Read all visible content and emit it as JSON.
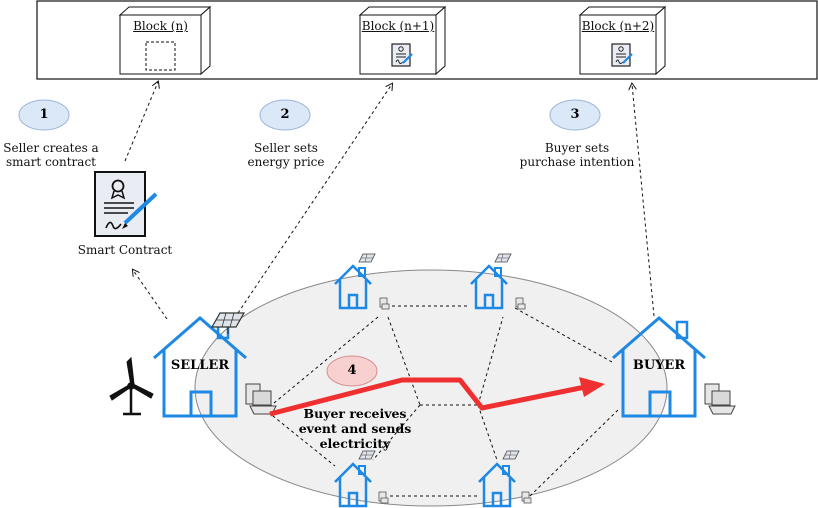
{
  "blocks": [
    {
      "label": "Block (n)"
    },
    {
      "label": "Block (n+1)"
    },
    {
      "label": "Block (n+2)"
    }
  ],
  "steps": [
    {
      "number": "1",
      "text_line1": "Seller creates a",
      "text_line2": "smart contract"
    },
    {
      "number": "2",
      "text_line1": "Seller sets",
      "text_line2": "energy price"
    },
    {
      "number": "3",
      "text_line1": "Buyer sets",
      "text_line2": "purchase intention"
    },
    {
      "number": "4",
      "text_line1": "Buyer receives",
      "text_line2": "event and sends",
      "text_line3": "electricity"
    }
  ],
  "smart_contract": {
    "label": "Smart Contract"
  },
  "seller": {
    "label": "SELLER"
  },
  "buyer": {
    "label": "BUYER"
  },
  "colors": {
    "house": "#1e88e5",
    "arrow": "#f03030",
    "step_blue": "#dbe8f7",
    "step_red": "#f8d0d0",
    "network": "#f0f0f0"
  }
}
